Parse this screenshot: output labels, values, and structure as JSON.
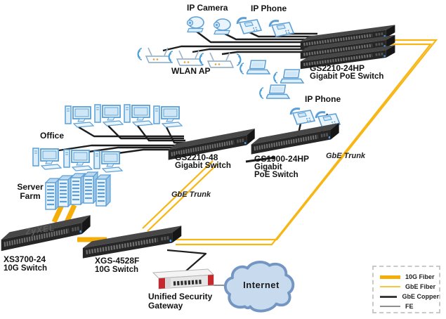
{
  "devices": {
    "ip_camera_group": {
      "label": "IP Camera"
    },
    "ip_phone_top_group": {
      "label": "IP Phone"
    },
    "wlan_ap_group": {
      "label": "WLAN AP"
    },
    "gs2210_24hp": {
      "name": "GS2210-24HP",
      "desc": "Gigabit PoE Switch"
    },
    "office_group": {
      "label": "Office"
    },
    "gs2210_48": {
      "name": "GS2210-48",
      "desc": "Gigabit Switch"
    },
    "gs1900_24hp": {
      "name": "GS1900-24HP",
      "desc_line1": "Gigabit",
      "desc_line2": "PoE Switch"
    },
    "ip_phone_right_group": {
      "label": "IP Phone"
    },
    "server_farm": {
      "label_line1": "Server",
      "label_line2": "Farm"
    },
    "xs3700_24": {
      "name": "XS3700-24",
      "desc": "10G Switch",
      "logo": "ZyXEL"
    },
    "xgs_4528f": {
      "name": "XGS-4528F",
      "desc": "10G Switch"
    },
    "usg": {
      "label_line1": "Unified Security",
      "label_line2": "Gateway"
    },
    "internet": {
      "label": "Internet"
    }
  },
  "links": {
    "trunk_label_left": "GbE Trunk",
    "trunk_label_right": "GbE Trunk"
  },
  "legend": {
    "items": [
      {
        "label": "10G Fiber",
        "color": "#F5AD07",
        "weight": "thick"
      },
      {
        "label": "GbE Fiber",
        "color": "#F8C53C",
        "weight": "thin"
      },
      {
        "label": "GbE Copper",
        "color": "#3a3a3a",
        "weight": "thick"
      },
      {
        "label": "FE",
        "color": "#8f8f8f",
        "weight": "thin"
      }
    ]
  },
  "colors": {
    "fiber_yellow": "#F7B614",
    "copper_black": "#1d1d1d",
    "fe_gray": "#8f8f8f",
    "device_blue": "#5b9fd6",
    "cloud_fill": "#c8dbee",
    "cloud_stroke": "#7396c2",
    "usg_red": "#c5292e",
    "switch_dark": "#262626"
  }
}
